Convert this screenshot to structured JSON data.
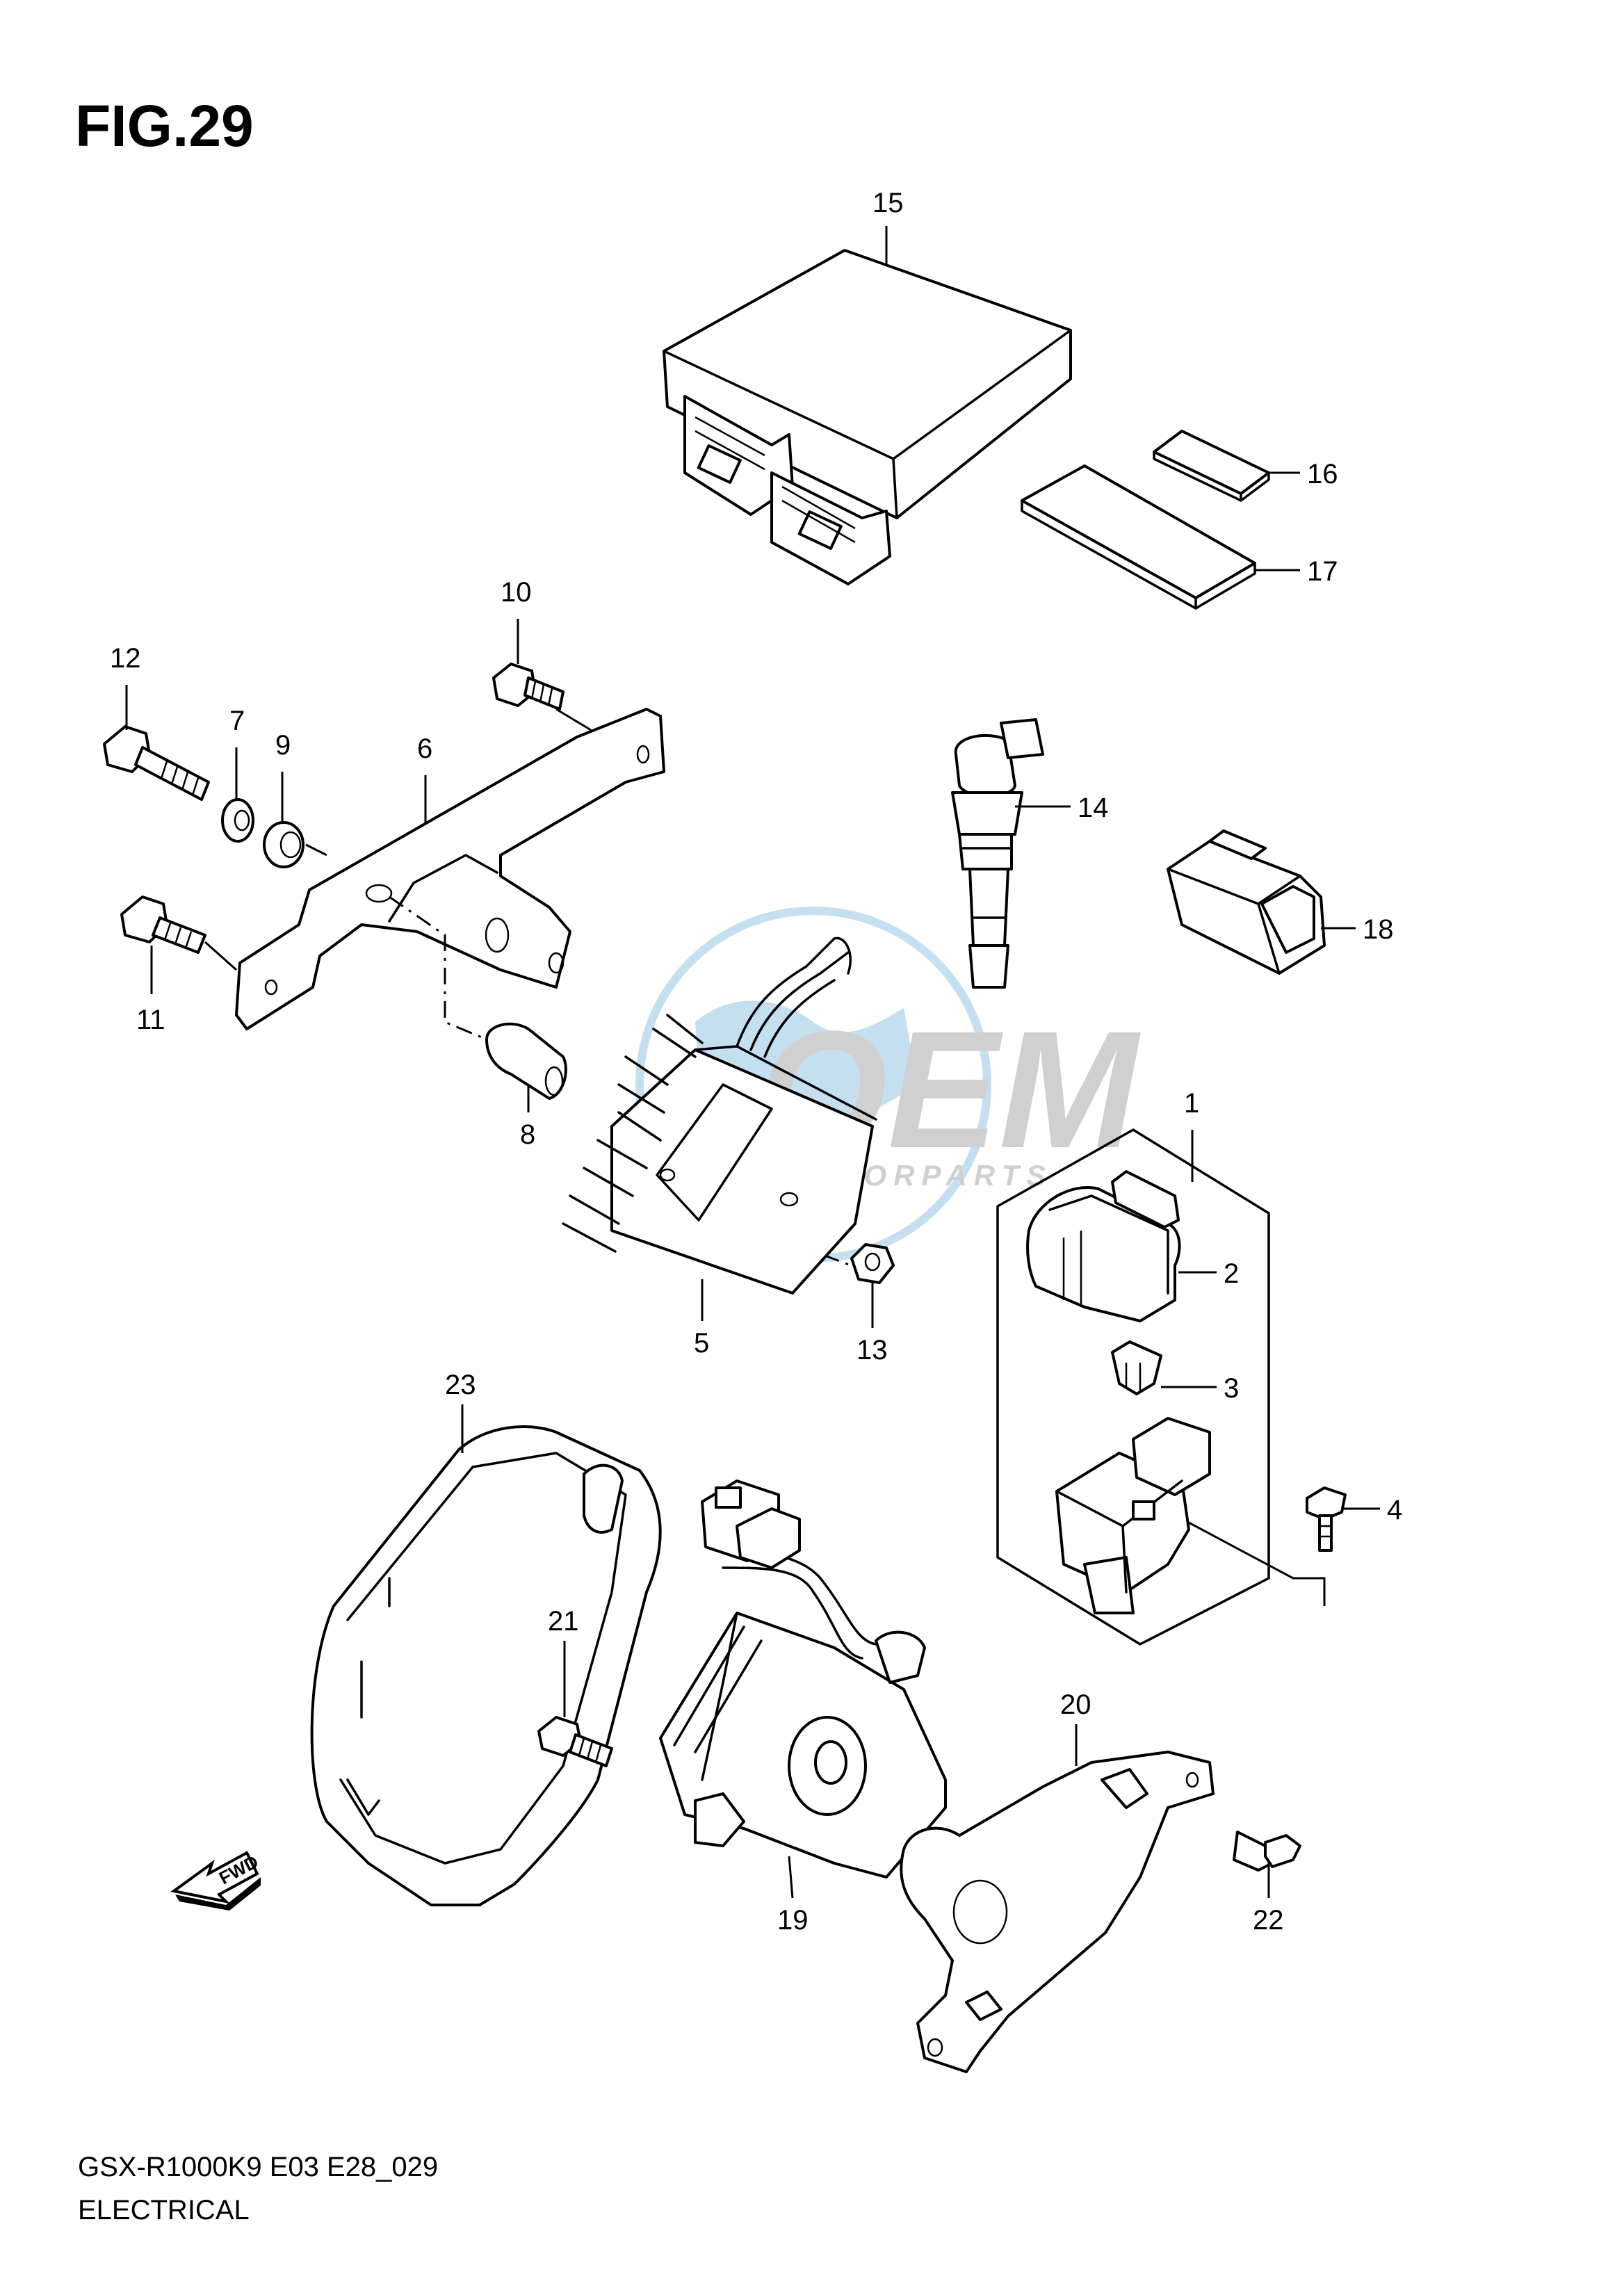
{
  "figure": {
    "title": "FIG.29"
  },
  "footer": {
    "model_code": "GSX-R1000K9 E03 E28_029",
    "section": "ELECTRICAL"
  },
  "watermark": {
    "brand": "OEM",
    "subtitle": "MOTORPARTS",
    "color": "#5aa6d6"
  },
  "fwd_arrow": {
    "label": "FWD"
  },
  "callouts": {
    "c1": "1",
    "c2": "2",
    "c3": "3",
    "c4": "4",
    "c5": "5",
    "c6": "6",
    "c7": "7",
    "c8": "8",
    "c9": "9",
    "c10": "10",
    "c11": "11",
    "c12": "12",
    "c13": "13",
    "c14": "14",
    "c15": "15",
    "c16": "16",
    "c17": "17",
    "c18": "18",
    "c19": "19",
    "c20": "20",
    "c21": "21",
    "c22": "22",
    "c23": "23"
  }
}
